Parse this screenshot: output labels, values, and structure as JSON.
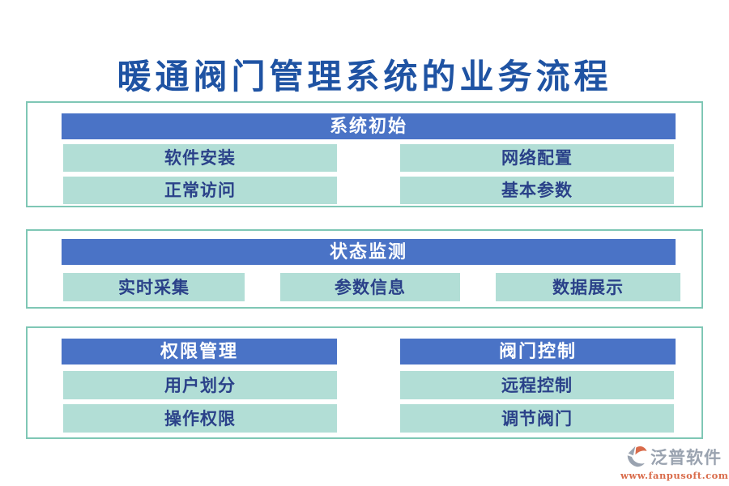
{
  "title": "暖通阀门管理系统的业务流程",
  "sections": {
    "init": {
      "header": "系统初始",
      "items": [
        "软件安装",
        "网络配置",
        "正常访问",
        "基本参数"
      ]
    },
    "monitor": {
      "header": "状态监测",
      "items": [
        "实时采集",
        "参数信息",
        "数据展示"
      ]
    },
    "permission": {
      "header": "权限管理",
      "items": [
        "用户划分",
        "操作权限"
      ]
    },
    "valve": {
      "header": "阀门控制",
      "items": [
        "远程控制",
        "调节阀门"
      ]
    }
  },
  "footer": {
    "brand": "泛普软件",
    "url": "www.fanpusoft.com"
  },
  "colors": {
    "header_blue": "#4A73C6",
    "item_teal": "#B2DED6",
    "border_teal": "#7FC7B5",
    "title_blue": "#1F53A3",
    "item_text": "#2A4189",
    "brand_gray": "#9AA3B0",
    "brand_orange": "#D96B4A"
  }
}
